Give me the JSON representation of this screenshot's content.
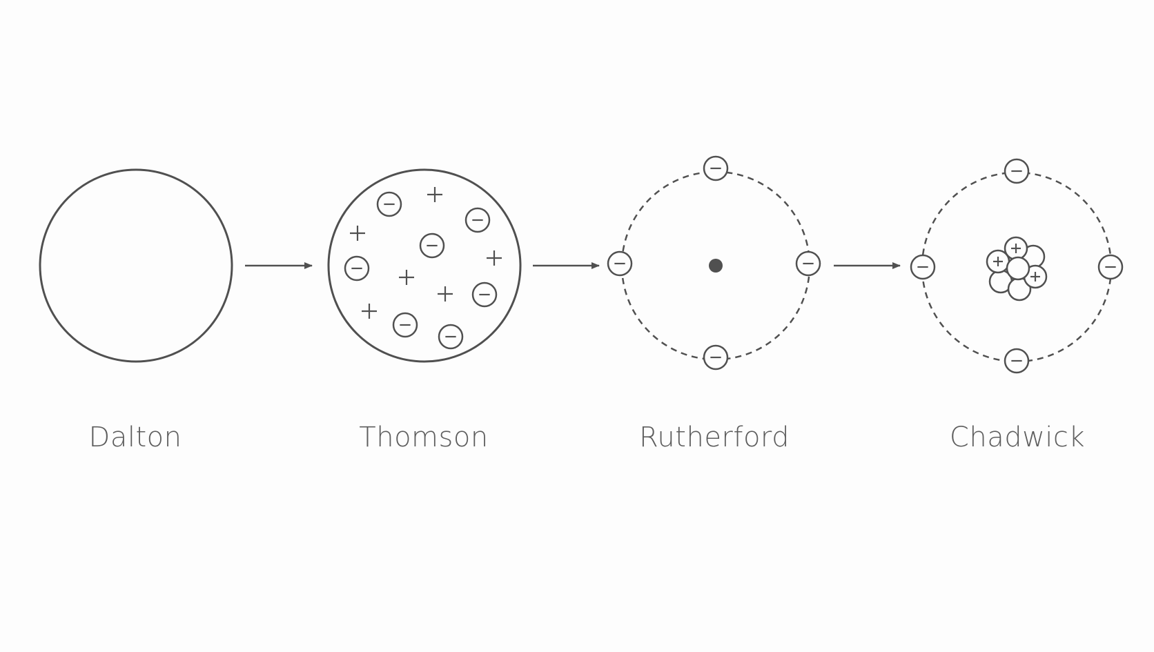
{
  "models": [
    {
      "id": "dalton",
      "label": "Dalton"
    },
    {
      "id": "thomson",
      "label": "Thomson"
    },
    {
      "id": "rutherford",
      "label": "Rutherford"
    },
    {
      "id": "chadwick",
      "label": "Chadwick"
    }
  ],
  "symbols": {
    "negative": "−",
    "positive": "+"
  },
  "colors": {
    "stroke": "#505050",
    "text": "#5d5d5d",
    "nucleus": "#505050",
    "background": "#fdfdfd"
  }
}
